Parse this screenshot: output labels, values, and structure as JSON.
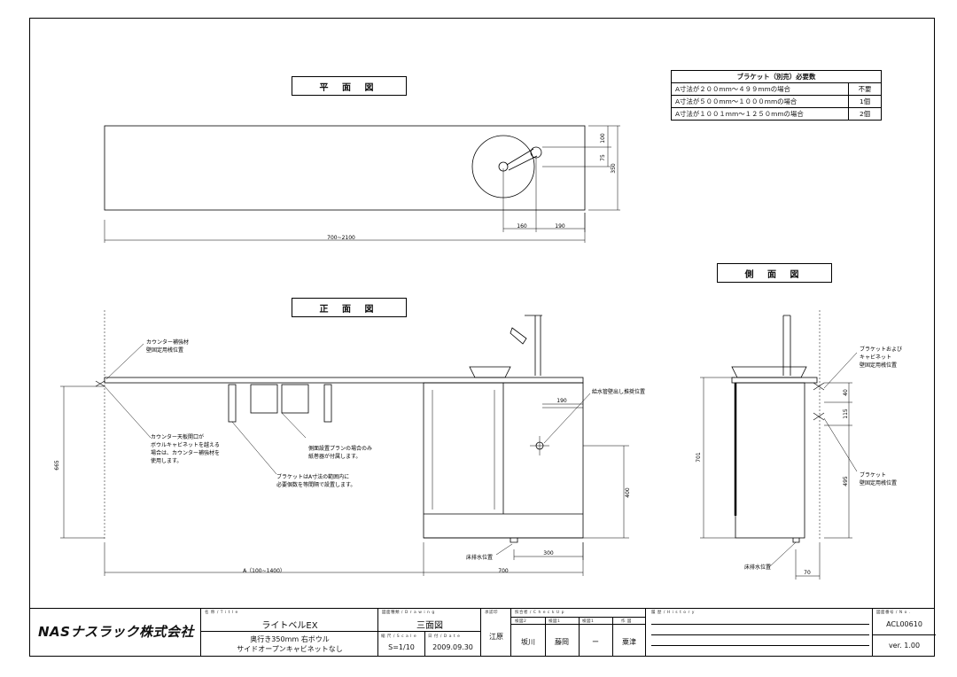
{
  "views": {
    "plan": "平 面 図",
    "front": "正 面 図",
    "side": "側 面 図"
  },
  "bracket_table": {
    "header": "ブラケット（別売）必要数",
    "rows": [
      {
        "condition": "A寸法が２００mm～４９９mmの場合",
        "qty": "不要"
      },
      {
        "condition": "A寸法が５００mm～１０００mmの場合",
        "qty": "1個"
      },
      {
        "condition": "A寸法が１００１mm～１２５０mmの場合",
        "qty": "2個"
      }
    ]
  },
  "plan_dims": {
    "width": "700~2100",
    "d100": "100",
    "d75": "75",
    "d350": "350",
    "d160": "160",
    "d190": "190"
  },
  "front_notes": {
    "counter_reinforcement": [
      "カウンター補強材",
      "壁固定用桟位置"
    ],
    "counter_opening": [
      "カウンター天板開口が",
      "ボウルキャビネットを越える",
      "場合は、カウンター補強材を",
      "使用します。"
    ],
    "side_plan": [
      "側面設置プランの場合のみ",
      "紙巻器が付属します。"
    ],
    "bracket_note": [
      "ブラケットはA寸法の範囲内に",
      "必要個数を等間隔で設置します。"
    ],
    "water_supply": "給水管壁出し推奨位置",
    "floor_drain": "床排水位置"
  },
  "front_dims": {
    "d665": "665",
    "d190": "190",
    "d400": "400",
    "d300": "300",
    "d700": "700",
    "a_range": "A（100~1400）"
  },
  "side_notes": {
    "bracket_cabinet": [
      "ブラケットおよび",
      "キャビネット",
      "壁固定用桟位置"
    ],
    "bracket": [
      "ブラケット",
      "壁固定用桟位置"
    ],
    "floor_drain": "床排水位置"
  },
  "side_dims": {
    "d40": "40",
    "d115": "115",
    "d495": "495",
    "d701": "701",
    "d70": "70"
  },
  "title_block": {
    "company": "NASナスラック株式会社",
    "title_caption": "名 称 / T i t l e",
    "product": "ライトベルEX",
    "desc1": "奥行き350mm  右ボウル",
    "desc2": "サイドオープンキャビネットなし",
    "drawing_caption": "図面種類 / D r a w i n g",
    "drawing": "三面図",
    "scale_caption": "縮 尺 / S c a l e",
    "scale": "S=1/10",
    "date_caption": "日 付 / D a t e",
    "date": "2009.09.30",
    "approval_caption": "承認印",
    "approver": "江原",
    "check_caption": "照合者 / C h e c k   U p",
    "check_sub": [
      "検図2",
      "検図1",
      "検図1",
      "作 図"
    ],
    "checkers": [
      "坂川",
      "藤岡",
      "ー",
      "粟津"
    ],
    "history_caption": "履 歴 / H i s t o r y",
    "number_caption": "図面番号 / N o .",
    "number": "ACL00610",
    "version": "ver. 1.00"
  }
}
